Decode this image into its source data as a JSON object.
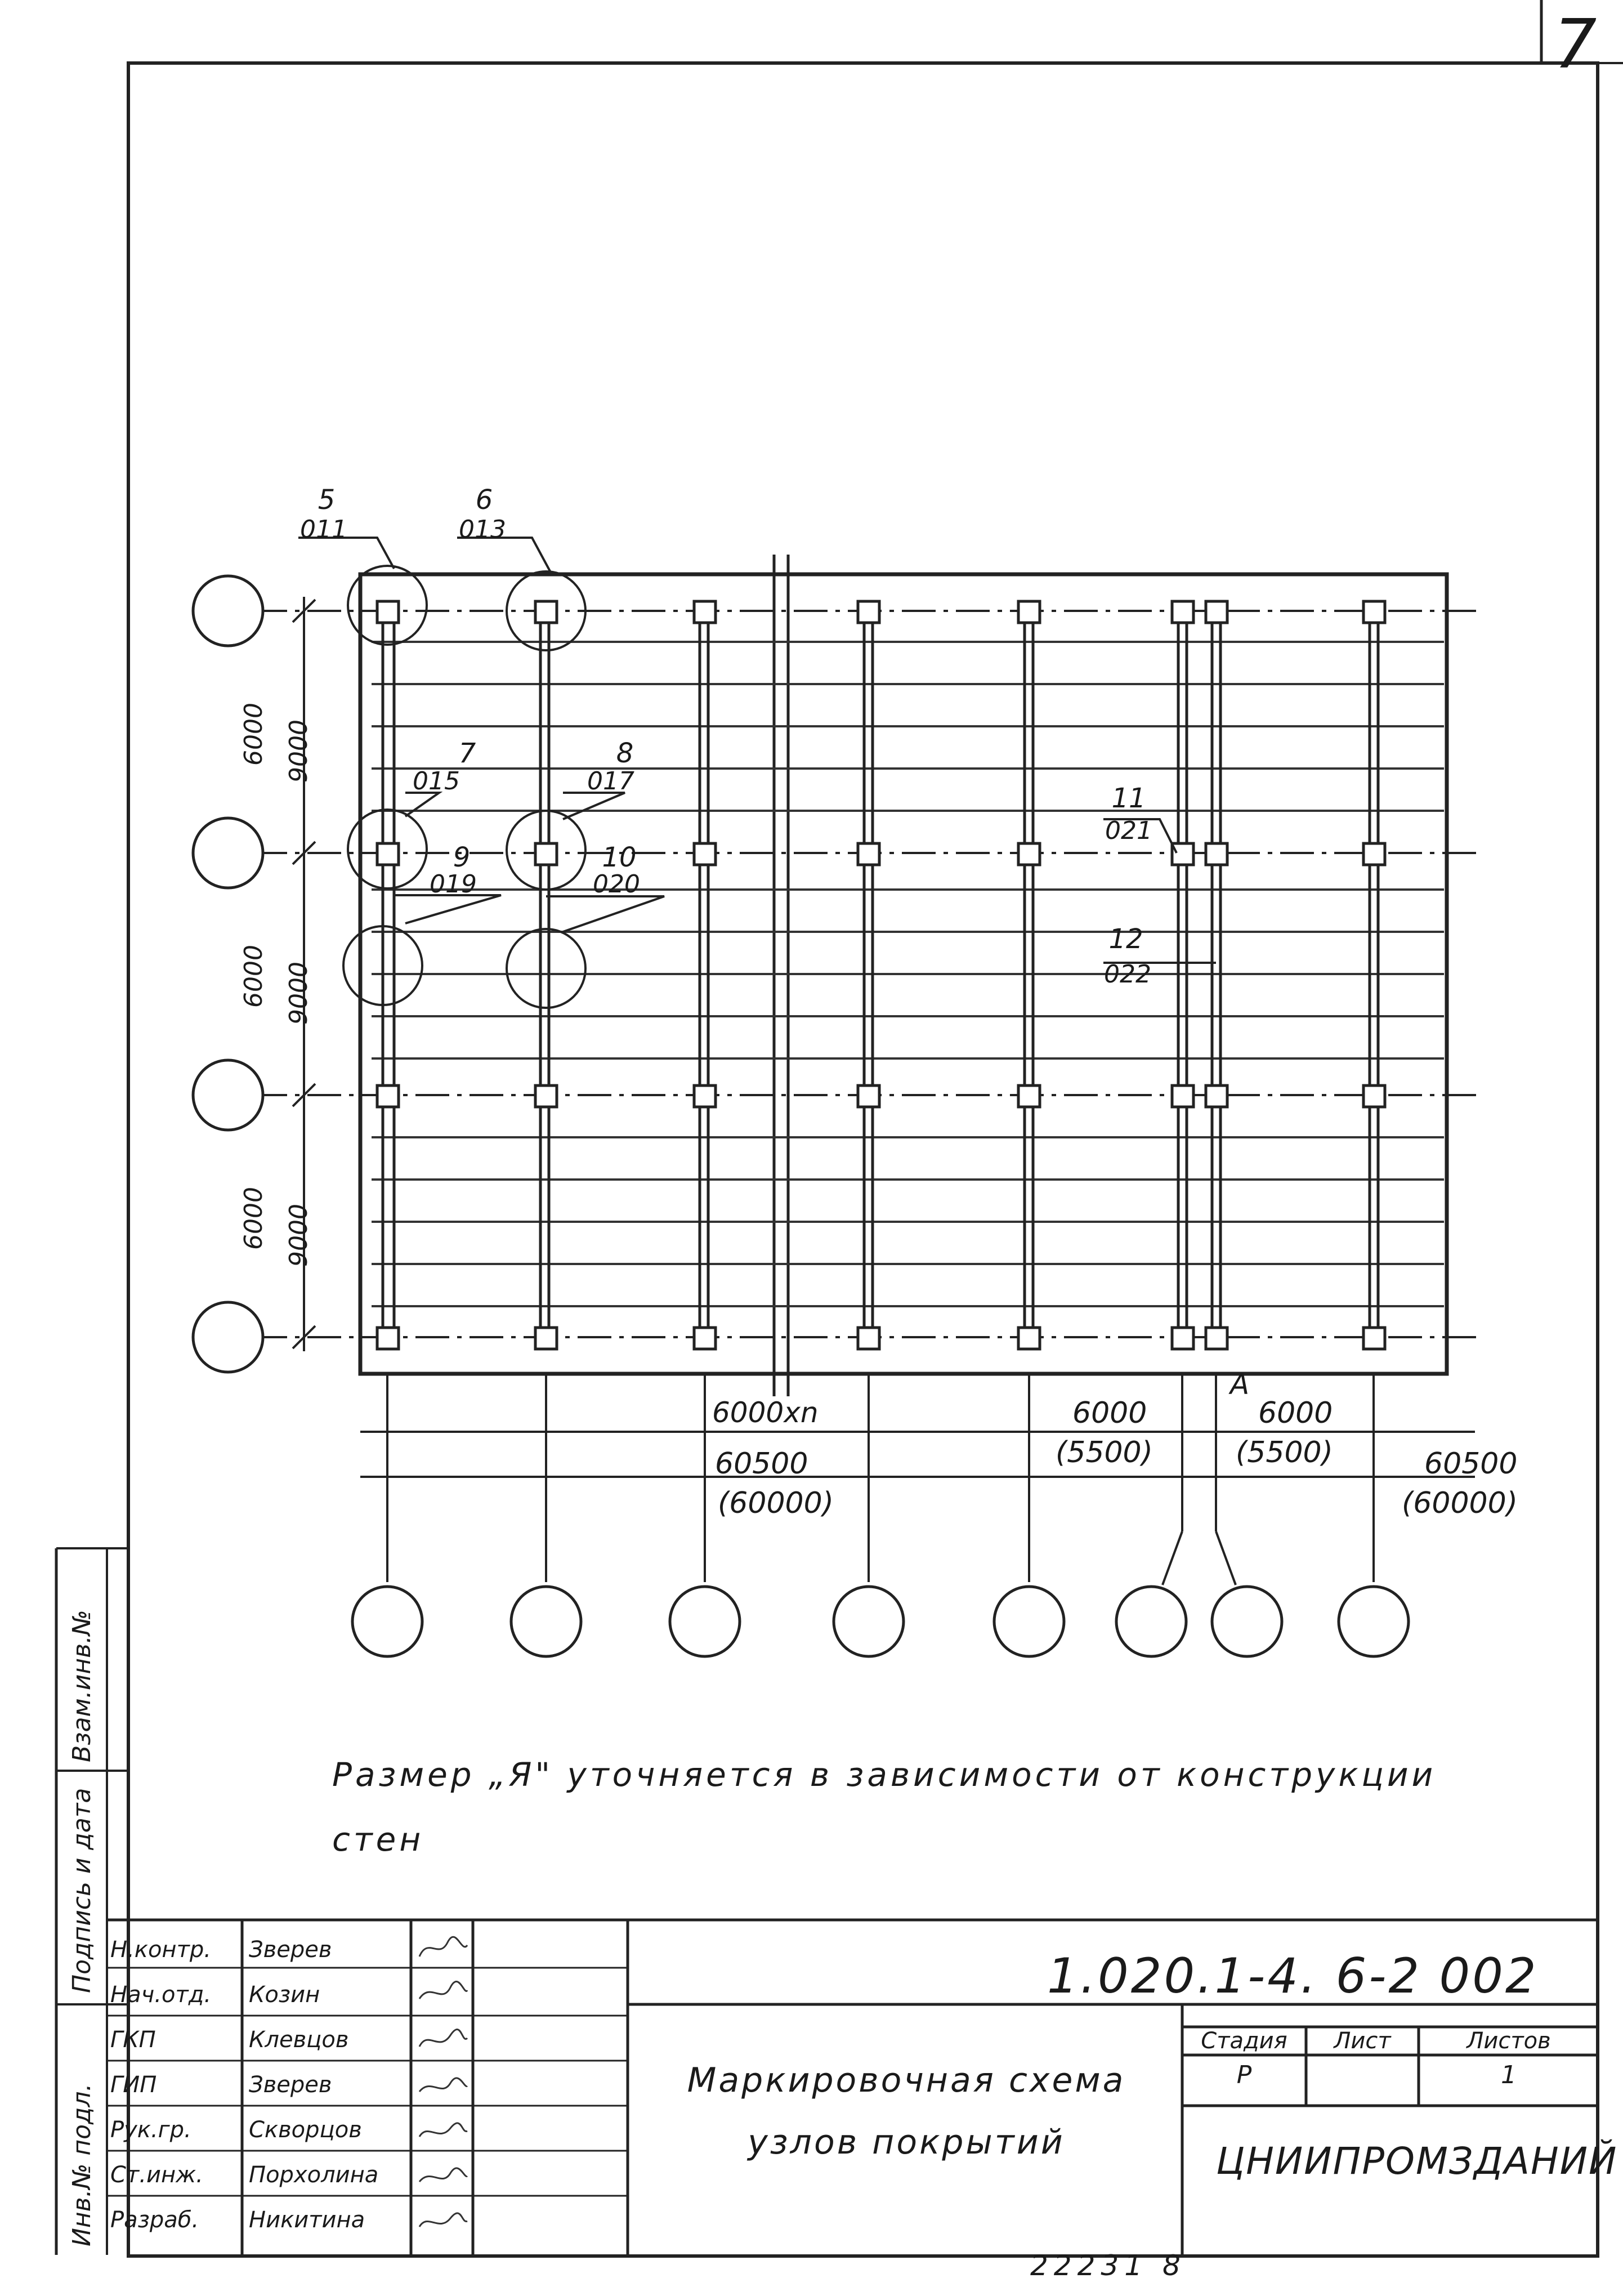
{
  "sheet_number": "7",
  "plan": {
    "markers": [
      {
        "num": "5",
        "code": "011"
      },
      {
        "num": "6",
        "code": "013"
      },
      {
        "num": "7",
        "code": "015"
      },
      {
        "num": "8",
        "code": "017"
      },
      {
        "num": "9",
        "code": "019"
      },
      {
        "num": "10",
        "code": "020"
      },
      {
        "num": "11",
        "code": "021"
      },
      {
        "num": "12",
        "code": "022"
      }
    ],
    "left_dims": [
      {
        "a": "6000",
        "b": "9000"
      },
      {
        "a": "6000",
        "b": "9000"
      },
      {
        "a": "6000",
        "b": "9000"
      }
    ],
    "bottom_dims": {
      "span": "6000хn",
      "total_left": "60500",
      "total_left_alt": "(60000)",
      "bay1": "6000",
      "bay1_alt": "(5500)",
      "bay2": "6000",
      "bay2_alt": "(5500)",
      "total_right": "60500",
      "total_right_alt": "(60000)",
      "gap_label": "А"
    }
  },
  "note": {
    "line1": "Размер „Я\" уточняется в зависимости от конструкции",
    "line2": "стен"
  },
  "stamp": {
    "doc_number": "1.020.1-4. 6-2 002",
    "title_line1": "Маркировочная схема",
    "title_line2": "узлов покрытий",
    "stage_label": "Стадия",
    "sheet_label": "Лист",
    "sheets_label": "Листов",
    "stage_value": "Р",
    "sheets_value": "1",
    "organization": "ЦНИИПРОМЗДАНИЙ",
    "rows": [
      {
        "role": "Н.контр.",
        "name": "Зверев"
      },
      {
        "role": "Нач.отд.",
        "name": "Козин"
      },
      {
        "role": "ГКП",
        "name": "Клевцов"
      },
      {
        "role": "ГИП",
        "name": "Зверев"
      },
      {
        "role": "Рук.гр.",
        "name": "Скворцов"
      },
      {
        "role": "Ст.инж.",
        "name": "Порхолина"
      },
      {
        "role": "Разраб.",
        "name": "Никитина"
      }
    ]
  },
  "side_labels": {
    "inv_orig": "Инв.№ подл.",
    "sign_date": "Подпись и дата",
    "replaced_inv": "Взам.инв.№"
  },
  "bottom_code": "22231 8"
}
